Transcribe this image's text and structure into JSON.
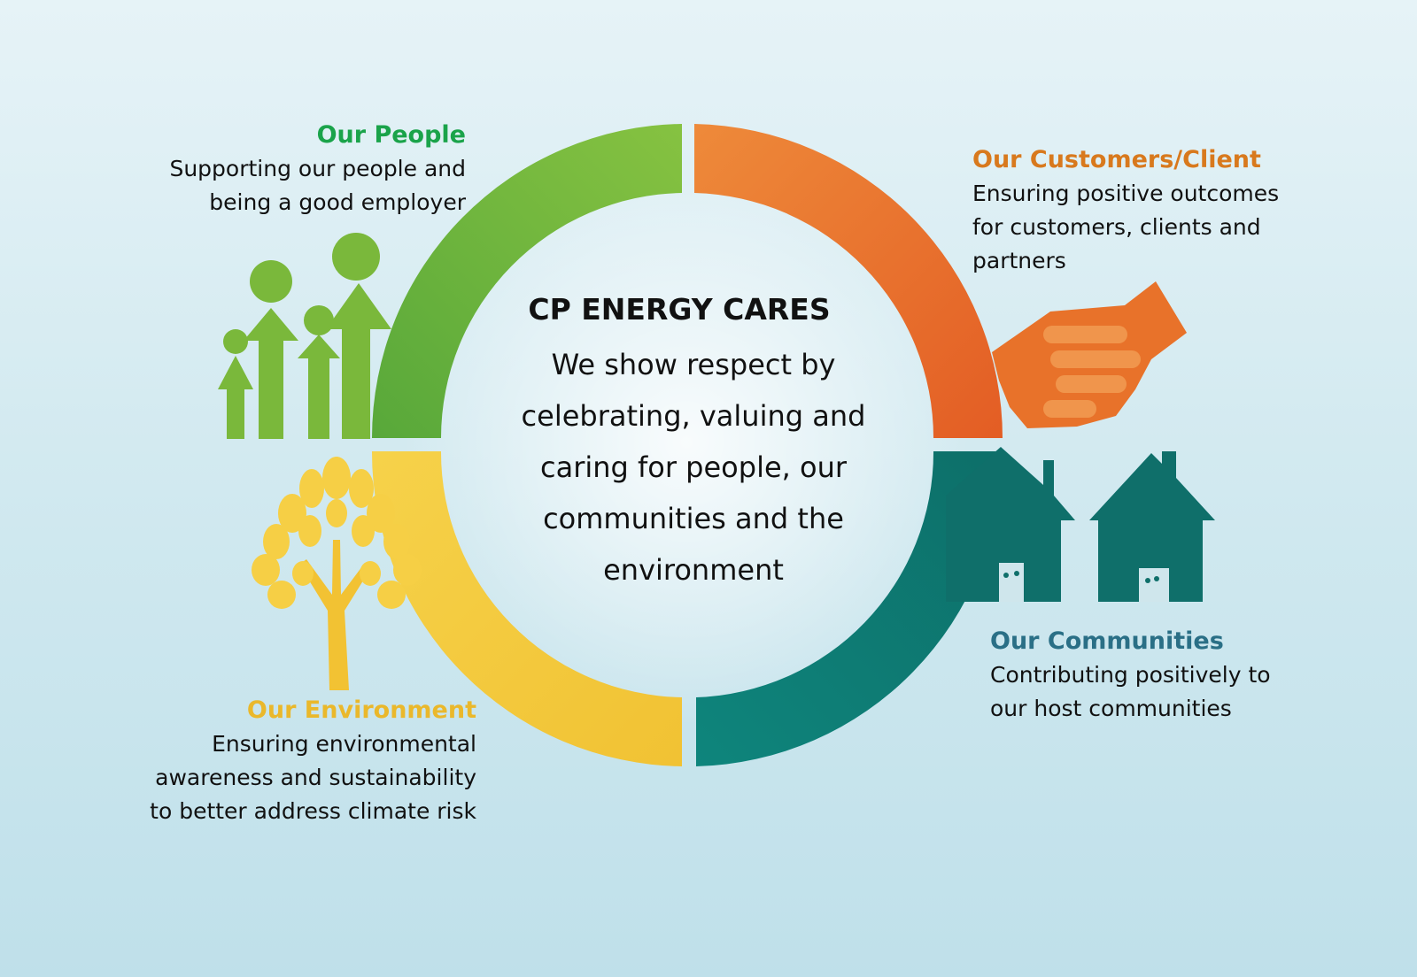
{
  "colors": {
    "people": "#7ab83b",
    "customers": "#e8722a",
    "communities": "#0f7b74",
    "environment": "#f3c636",
    "people_heading": "#1aa34a",
    "customers_heading": "#d8791d",
    "communities_heading": "#2a6f86",
    "environment_heading": "#eab82b"
  },
  "center": {
    "title": "CP ENERGY CARES",
    "body": "We show respect by celebrating, valuing and caring for people, our communities and the environment"
  },
  "segments": {
    "people": {
      "heading": "Our People",
      "line1": "Supporting our people and",
      "line2": "being a good employer",
      "icon": "people-arrows-icon"
    },
    "customers": {
      "heading": "Our Customers/Client",
      "line1": "Ensuring positive outcomes",
      "line2": "for customers, clients and",
      "line3": "partners",
      "icon": "handshake-icon"
    },
    "communities": {
      "heading": "Our Communities",
      "line1": "Contributing positively to",
      "line2": "our host communities",
      "icon": "houses-icon"
    },
    "environment": {
      "heading": "Our Environment",
      "line1": "Ensuring environmental",
      "line2": "awareness and sustainability",
      "line3": "to better address climate risk",
      "icon": "tree-icon"
    }
  }
}
